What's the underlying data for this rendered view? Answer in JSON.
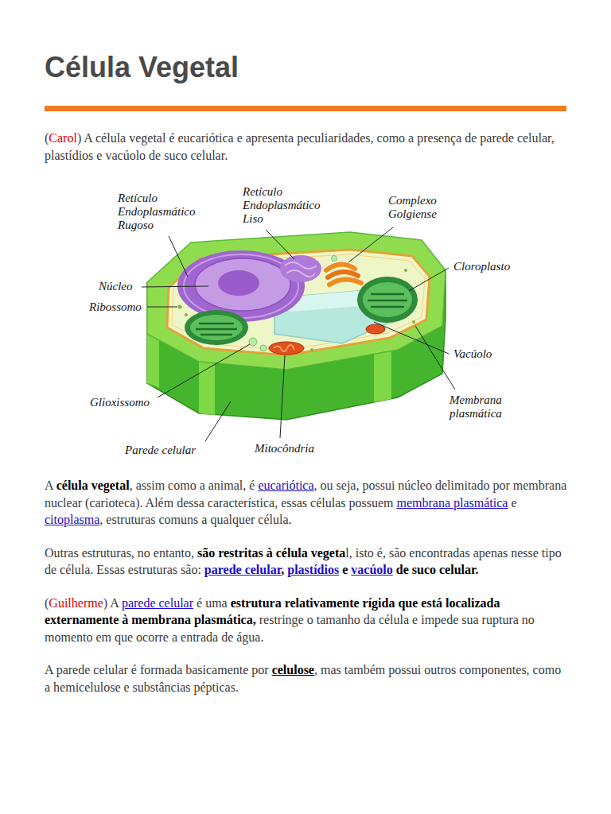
{
  "diagram": {
    "title": "Célula Vegetal",
    "labels": [
      "(",
      "Carol",
      ") A célula vegetal é eucariótica e apresenta peculiaridades, como a presença de parede celular, plastídios e vacúolo de suco celular.",
      "Retículo Endoplasmático Rugoso",
      "Retículo Endoplasmático Liso",
      "Complexo Golgiense",
      "Cloroplasto",
      "Núcleo",
      "Ribossomo",
      "Vacúolo",
      "Membrana plasmática",
      "Glioxissomo",
      "Parede celular",
      "Mitocôndria",
      "A ",
      "célula vegetal",
      ", assim como a animal, é ",
      "eucariótica",
      ", ou seja, possui núcleo delimitado por membrana nuclear (carioteca). Além dessa característica, essas células possuem ",
      "membrana plasmática",
      " e ",
      "citoplasma",
      ", estruturas comuns a qualquer célula.",
      "Outras estruturas, no entanto, ",
      "são restritas à célula vegeta",
      "l, isto é, são encontradas apenas nesse tipo de célula. Essas estruturas são: ",
      "parede celular",
      ", ",
      "plastídios",
      " e ",
      "vacúolo",
      " de suco celular.",
      "(",
      "Guilherme",
      ") A ",
      "parede celular",
      " é uma ",
      "estrutura relativamente rígida que está localizada externamente à membrana plasmática,",
      " restringe o tamanho da célula e impede sua ruptura no momento em que ocorre a entrada de água.",
      "A parede celular é formada basicamente por ",
      "celulose",
      ", mas também possui outros componentes, como a hemicelulose e substâncias pépticas."
    ]
  }
}
